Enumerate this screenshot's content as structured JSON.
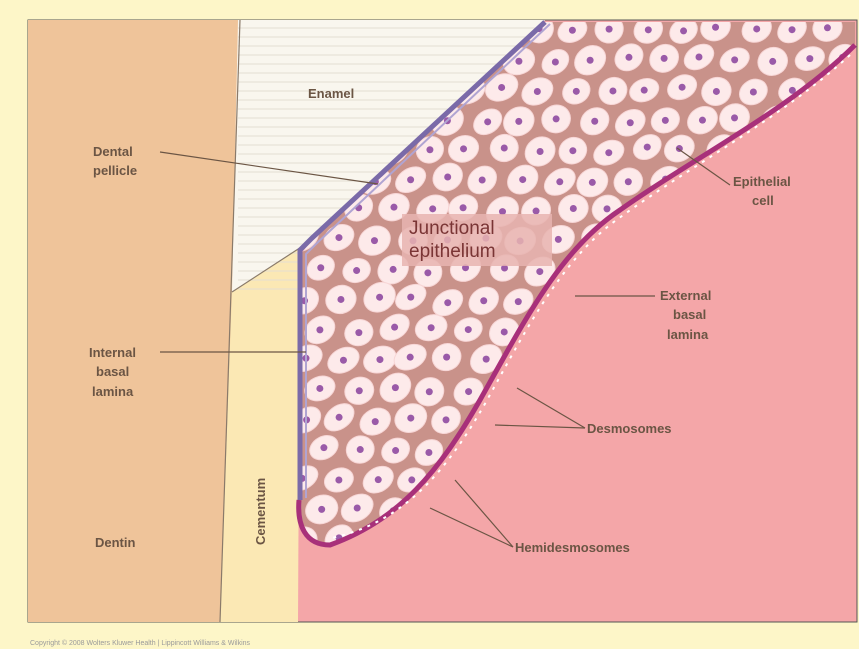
{
  "labels": {
    "enamel": "Enamel",
    "dental_pellicle_1": "Dental",
    "dental_pellicle_2": "pellicle",
    "junctional_1": "Junctional",
    "junctional_2": "epithelium",
    "epithelial_cell_1": "Epithelial",
    "epithelial_cell_2": "cell",
    "external_basal_1": "External",
    "external_basal_2": "basal",
    "external_basal_3": "lamina",
    "internal_basal_1": "Internal",
    "internal_basal_2": "basal",
    "internal_basal_3": "lamina",
    "desmosomes": "Desmosomes",
    "dentin": "Dentin",
    "cementum": "Cementum",
    "hemidesmosomes": "Hemidesmosomes"
  },
  "copyright": "Copyright © 2008 Wolters Kluwer Health | Lippincott Williams & Wilkins",
  "colors": {
    "background": "#fdf6c8",
    "dentin": "#efc49a",
    "enamel": "#f9f6ee",
    "cementum": "#fbe8b4",
    "connective_tissue": "#f4a6a8",
    "epithelium_matrix": "#c9928a",
    "cell": "#fdeaea",
    "nucleus": "#9a5aa8",
    "internal_lamina": "#7a6aa8",
    "external_lamina": "#a8307a"
  }
}
